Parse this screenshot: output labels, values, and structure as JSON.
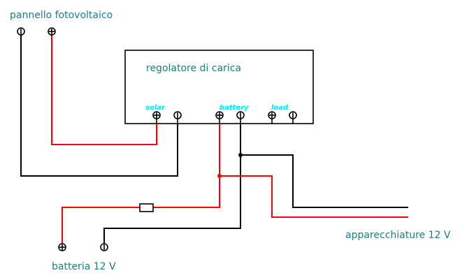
{
  "labels": {
    "panel": "pannello fotovoltaico",
    "regulator": "regolatore di carica",
    "battery": "batteria 12 V",
    "loads": "apparecchiature 12 V"
  },
  "terminal_labels": {
    "solar": "solar",
    "battery": "battery",
    "load": "load"
  },
  "colors": {
    "positive_wire": "#ff0000",
    "negative_wire": "#000000",
    "label_text": "#1a8080",
    "terminal_label": "#00e5ff"
  },
  "components": [
    {
      "id": "panel",
      "terminals": [
        "negative",
        "positive"
      ]
    },
    {
      "id": "regulator",
      "terminals": [
        "solar-positive",
        "solar-negative",
        "battery-positive",
        "battery-negative",
        "load-positive",
        "load-negative"
      ]
    },
    {
      "id": "fuse"
    },
    {
      "id": "battery",
      "terminals": [
        "positive",
        "negative"
      ]
    },
    {
      "id": "loads"
    }
  ]
}
